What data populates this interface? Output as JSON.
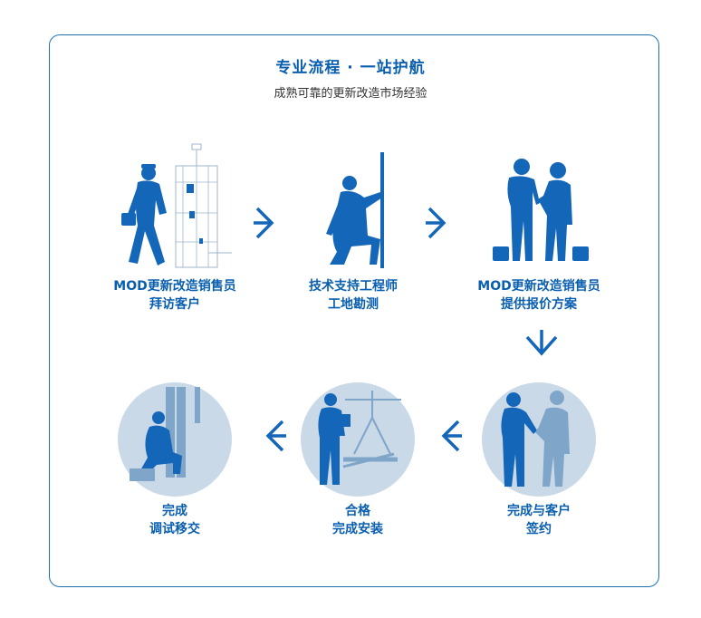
{
  "header": {
    "title": "专业流程 · 一站护航",
    "subtitle": "成熟可靠的更新改造市场经验"
  },
  "steps": [
    {
      "line1": "MOD更新改造销售员",
      "line2": "拜访客户"
    },
    {
      "line1": "技术支持工程师",
      "line2": "工地勘测"
    },
    {
      "line1": "MOD更新改造销售员",
      "line2": "提供报价方案"
    },
    {
      "line1": "完成与客户",
      "line2": "签约"
    },
    {
      "line1": "合格",
      "line2": "完成安装"
    },
    {
      "line1": "完成",
      "line2": "调试移交"
    }
  ],
  "colors": {
    "accent": "#0a5fb0",
    "figure": "#1466b8",
    "circle": "#c9d9e8",
    "border": "#1f6fb0"
  }
}
